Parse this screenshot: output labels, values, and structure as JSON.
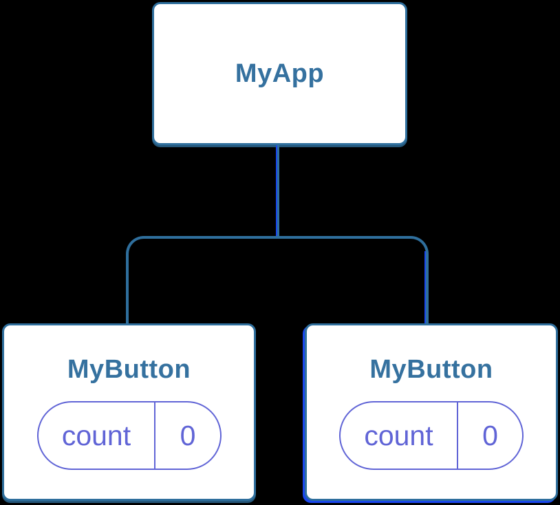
{
  "diagram": {
    "type": "react-component-tree",
    "background_color": "#000000",
    "colors": {
      "node_border": "#2f6f9d",
      "node_background": "#ffffff",
      "node_label_text": "#35719f",
      "connector": "#2f6f9d",
      "highlight_stroke": "#1a47ee",
      "state_pill": "#6064d6",
      "node_shadow": "#26587b"
    }
  },
  "tree": {
    "root": {
      "label": "MyApp"
    },
    "children": [
      {
        "label": "MyButton",
        "highlighted": false,
        "state": {
          "name": "count",
          "value": "0"
        }
      },
      {
        "label": "MyButton",
        "highlighted": true,
        "state": {
          "name": "count",
          "value": "0"
        }
      }
    ]
  }
}
